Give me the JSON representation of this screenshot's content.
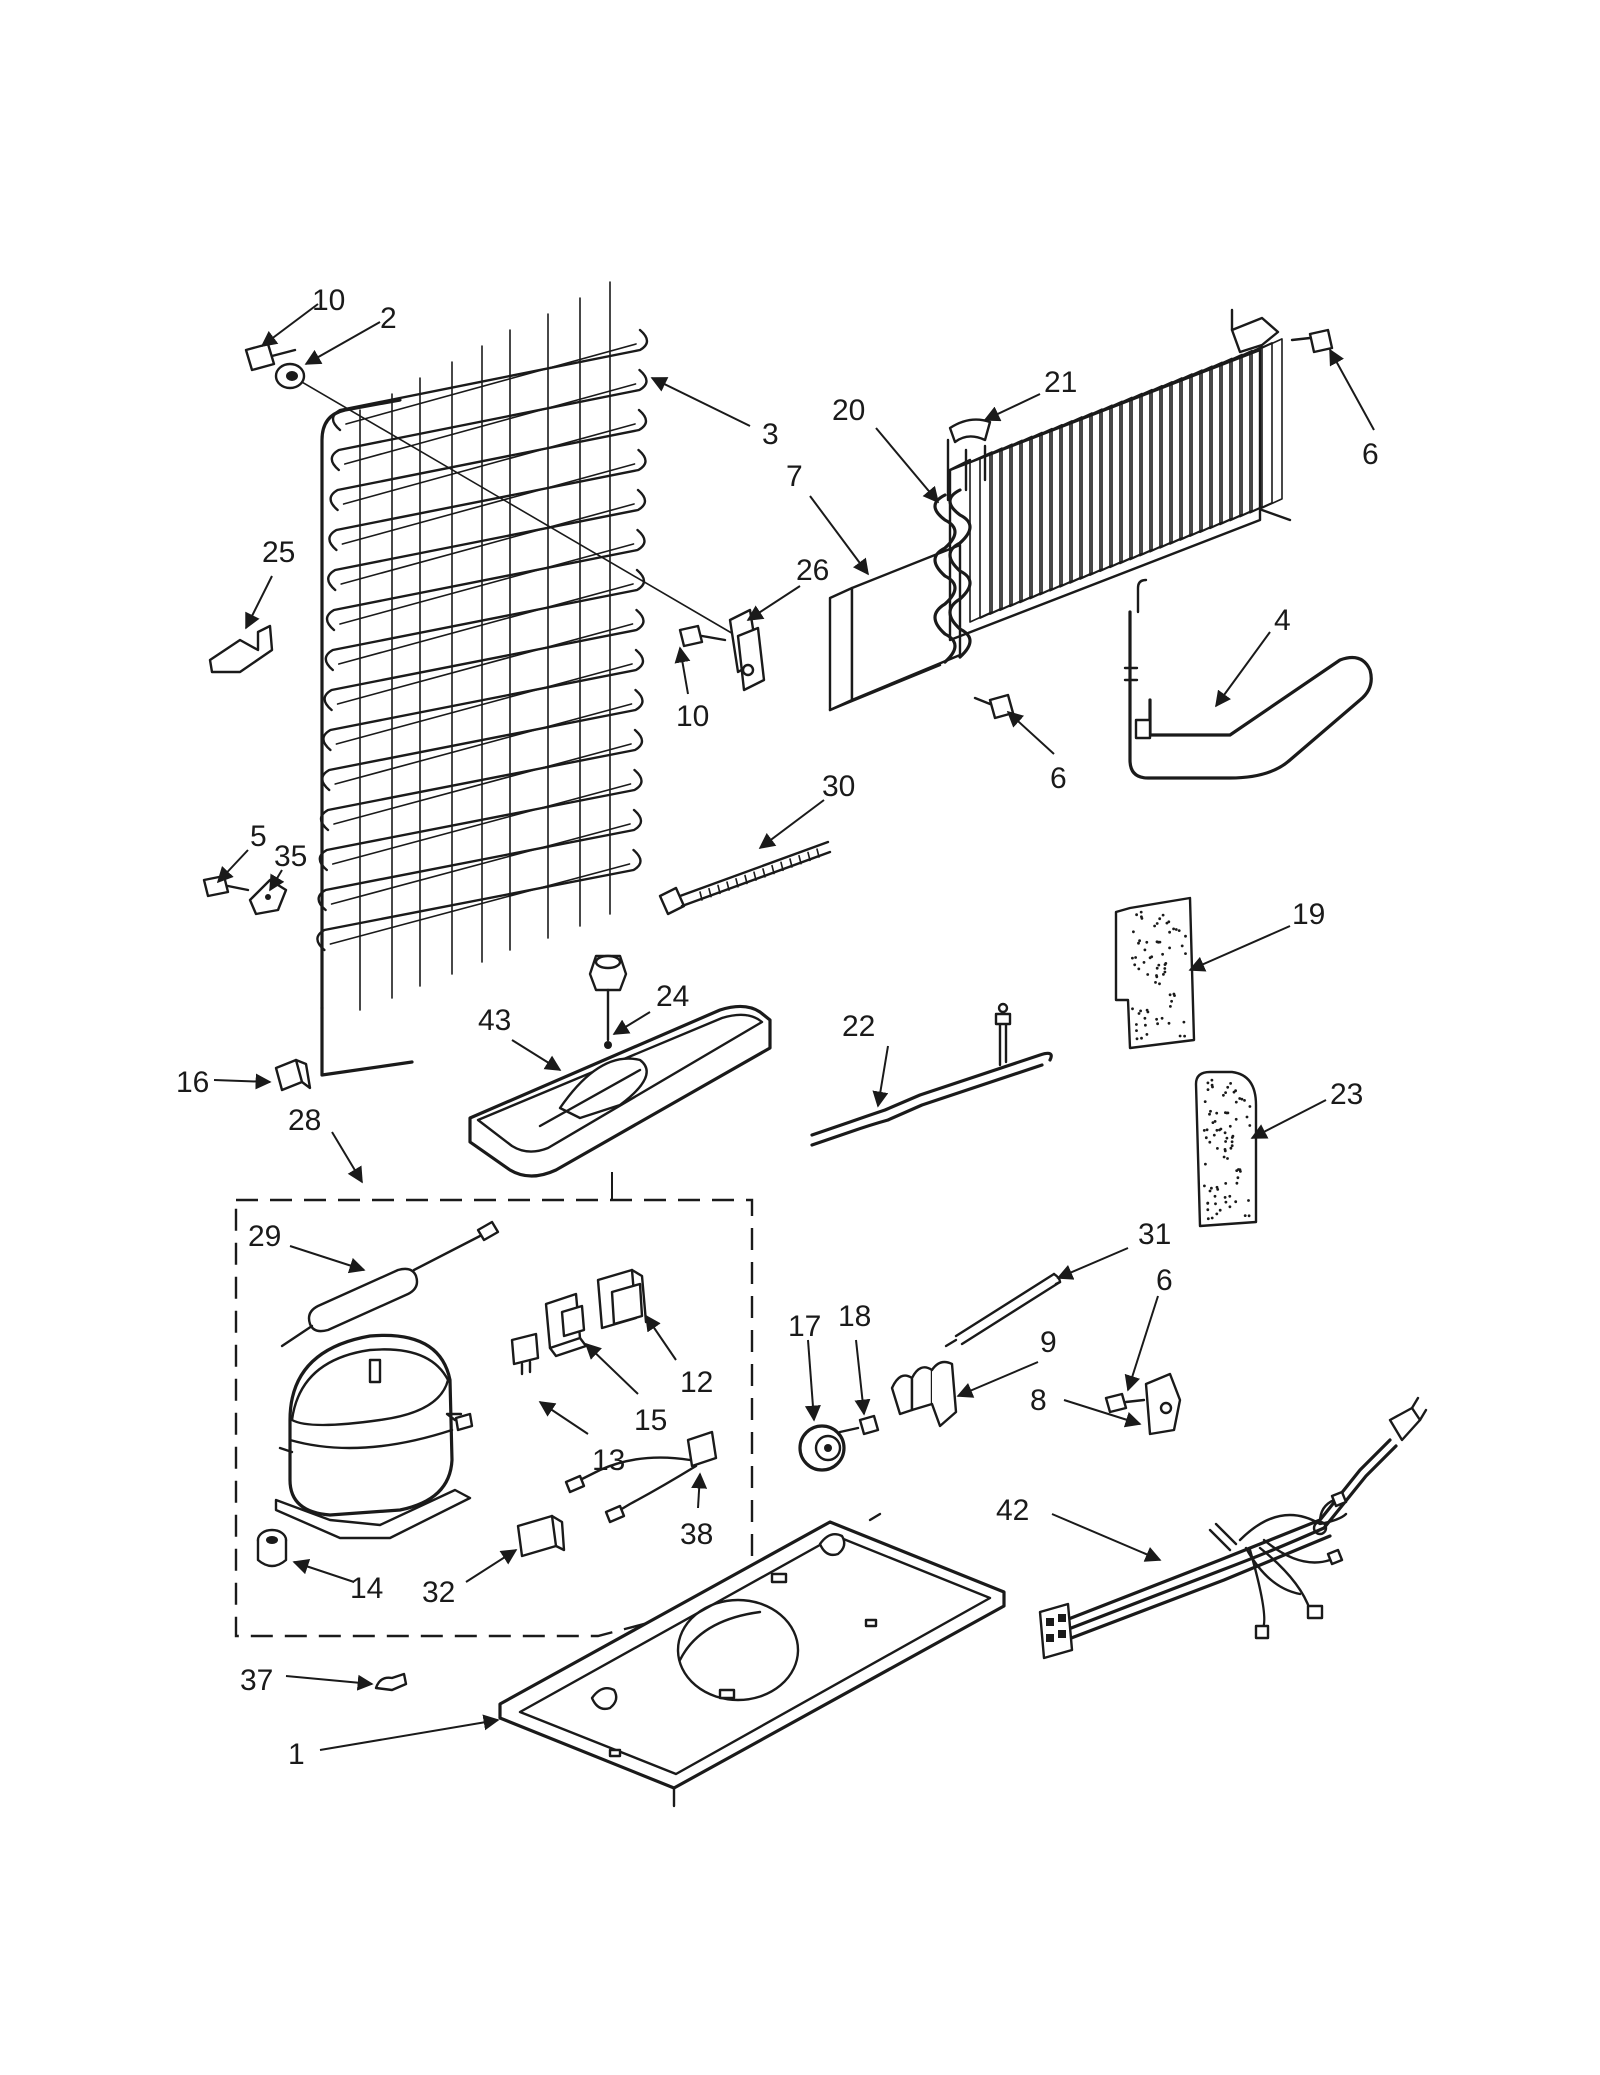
{
  "labels": {
    "l10a": "10",
    "l2": "2",
    "l3": "3",
    "l21": "21",
    "l20": "20",
    "l7": "7",
    "l6a": "6",
    "l25": "25",
    "l26": "26",
    "l10b": "10",
    "l4": "4",
    "l6b": "6",
    "l30": "30",
    "l5": "5",
    "l35": "35",
    "l19": "19",
    "l24": "24",
    "l43": "43",
    "l22": "22",
    "l16": "16",
    "l28": "28",
    "l23": "23",
    "l29": "29",
    "l31": "31",
    "l6c": "6",
    "l17": "17",
    "l18": "18",
    "l9": "9",
    "l12": "12",
    "l15": "15",
    "l8": "8",
    "l13": "13",
    "l42": "42",
    "l38": "38",
    "l14": "14",
    "l32": "32",
    "l37": "37",
    "l1": "1"
  },
  "colors": {
    "ink": "#1a1a1a",
    "paper": "#ffffff",
    "shade": "#dcdcdc"
  }
}
